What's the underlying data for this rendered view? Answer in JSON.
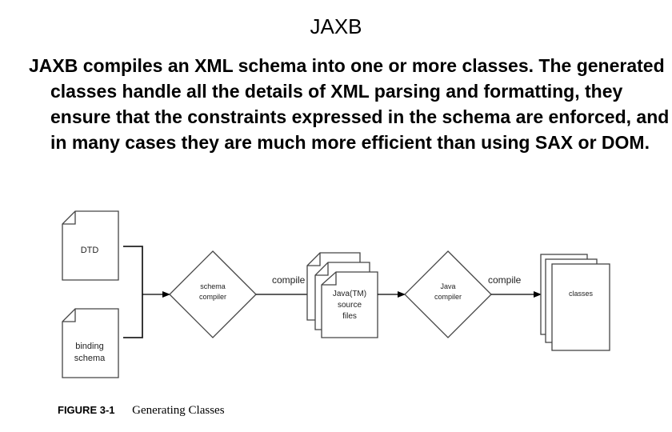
{
  "title": "JAXB",
  "paragraph": "JAXB compiles an XML schema into one or more classes. The generated classes handle all the details of XML parsing and formatting, they ensure that the constraints expressed in the schema are enforced, and in many cases they are much more efficient than using SAX or DOM.",
  "diagram": {
    "dtd_label": "DTD",
    "binding_label_line1": "binding",
    "binding_label_line2": "schema",
    "schema_compiler_line1": "schema",
    "schema_compiler_line2": "compiler",
    "compile_label_1": "compile",
    "source_files_line1": "Java(TM)",
    "source_files_line2": "source",
    "source_files_line3": "files",
    "java_compiler_line1": "Java",
    "java_compiler_line2": "compiler",
    "compile_label_2": "compile",
    "classes_label": "classes"
  },
  "caption": {
    "figure": "FIGURE 3-1",
    "title": "Generating Classes"
  }
}
